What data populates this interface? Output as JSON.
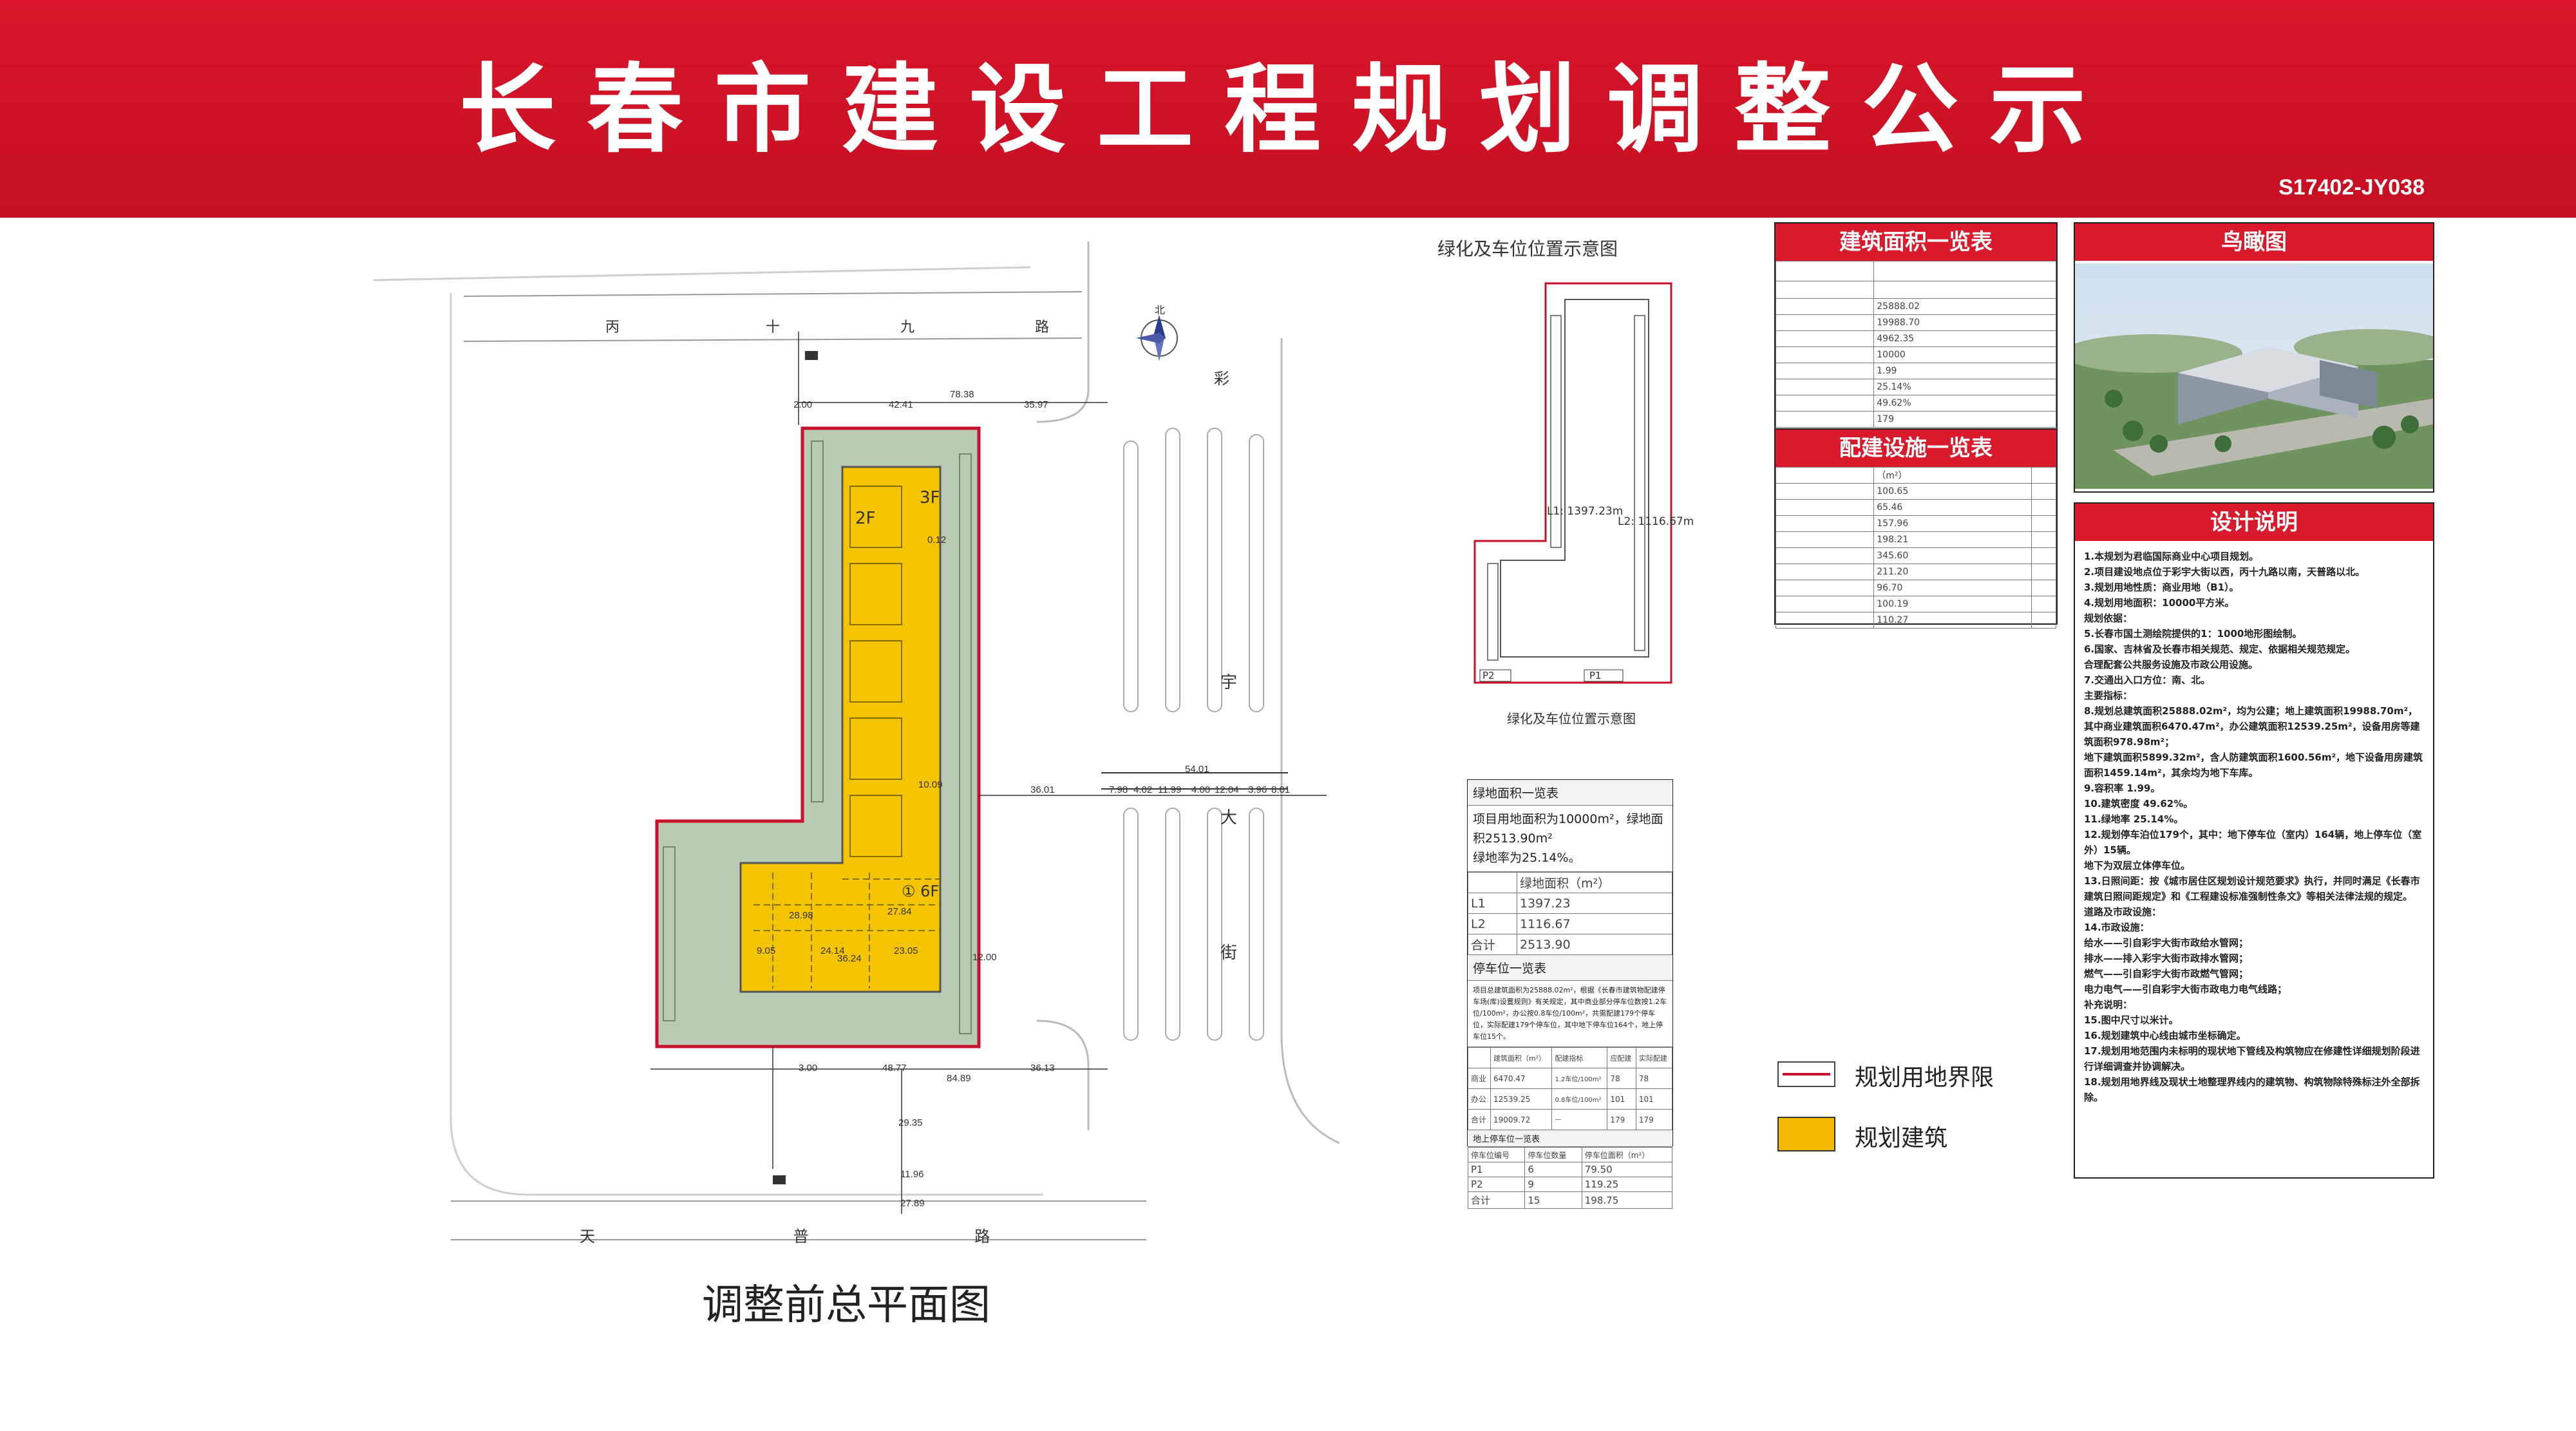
{
  "header": {
    "title": "长春市建设工程规划调整公示",
    "code": "S17402-JY038"
  },
  "site_plan": {
    "caption": "调整前总平面图",
    "north_label": "北",
    "roads": {
      "top": [
        "丙",
        "十",
        "九",
        "路"
      ],
      "bottom": [
        "天",
        "普",
        "路"
      ],
      "right_top": "彩",
      "right": [
        "宇",
        "大",
        "街"
      ]
    },
    "floor_labels": {
      "f3": "3F",
      "f2": "2F",
      "f6": "① 6F"
    },
    "dimensions": {
      "top_row_a": "2.00",
      "top_row_b": "42.41",
      "top_row_c": "78.38",
      "top_row_d": "35.97",
      "mid_row_a": "36.01",
      "mid_row_b": "54.01",
      "mid_row_c": "7.98",
      "mid_row_d": "4.02",
      "mid_row_e": "11.99",
      "mid_row_f": "4.00",
      "mid_row_g": "12.04",
      "mid_row_h": "3.96",
      "mid_row_i": "8.01",
      "inner_a": "28.98",
      "inner_b": "27.84",
      "inner_c": "9.05",
      "inner_d": "24.14",
      "inner_e": "36.24",
      "inner_f": "23.05",
      "inner_g": "10.09",
      "inner_h": "0.12",
      "inner_i": "12.00",
      "bottom_a": "3.00",
      "bottom_b": "48.77",
      "bottom_c": "84.89",
      "bottom_d": "36.13",
      "bottom_e": "29.35",
      "bottom_f": "27.89",
      "bottom_g": "11.96"
    }
  },
  "green_plan": {
    "title": "绿化及车位位置示意图",
    "subtitle": "绿化及车位位置示意图",
    "l1": "L1: 1397.23m",
    "l2": "L2: 1116.67m",
    "p2": "P2",
    "p1": "P1"
  },
  "mid_tables": {
    "green_title": "绿地面积一览表",
    "green_summary_1": "项目用地面积为10000m²，绿地面积2513.90m²",
    "green_summary_2": "绿地率为25.14%。",
    "green_header": [
      "",
      "绿地面积（m²）"
    ],
    "green_rows": [
      [
        "L1",
        "1397.23"
      ],
      [
        "L2",
        "1116.67"
      ],
      [
        "合计",
        "2513.90"
      ]
    ],
    "parking_title": "停车位一览表",
    "parking_text": "项目总建筑面积为25888.02m²，根据《长春市建筑物配建停车场(库)设置规则》有关规定，其中商业部分停车位数按1.2车位/100m²，办公按0.8车位/100m²，共需配建179个停车位，实际配建179个停车位，其中地下停车位164个，地上停车位15个。",
    "parking_header": [
      "",
      "建筑面积（m²）",
      "配建指标",
      "应配建",
      "实际配建"
    ],
    "parking_rows": [
      [
        "商业",
        "6470.47",
        "1.2车位/100m²",
        "78",
        "78"
      ],
      [
        "办公",
        "12539.25",
        "0.8车位/100m²",
        "101",
        "101"
      ],
      [
        "合计",
        "19009.72",
        "—",
        "179",
        "179"
      ]
    ],
    "parking2_title": "地上停车位一览表",
    "parking2_header": [
      "停车位编号",
      "停车位数量",
      "停车位面积（m²）"
    ],
    "parking2_rows": [
      [
        "P1",
        "6",
        "79.50"
      ],
      [
        "P2",
        "9",
        "119.25"
      ],
      [
        "合计",
        "15",
        "198.75"
      ]
    ]
  },
  "area_table": {
    "title": "建筑面积一览表",
    "values": [
      "25888.02",
      "19988.70",
      "4962.35",
      "10000",
      "1.99",
      "25.14%",
      "49.62%",
      "179"
    ]
  },
  "facility_table": {
    "title": "配建设施一览表",
    "unit": "（m²）",
    "values": [
      "100.65",
      "65.46",
      "157.96",
      "198.21",
      "345.60",
      "211.20",
      "96.70",
      "100.19",
      "110.27"
    ]
  },
  "aerial": {
    "title": "鸟瞰图"
  },
  "design_notes": {
    "title": "设计说明",
    "lines": [
      "1.本规划为君临国际商业中心项目规划。",
      "2.项目建设地点位于彩宇大街以西，丙十九路以南，天普路以北。",
      "3.规划用地性质：商业用地（B1）。",
      "4.规划用地面积：10000平方米。",
      "规划依据：",
      "5.长春市国土测绘院提供的1：1000地形图绘制。",
      "6.国家、吉林省及长春市相关规范、规定、依据相关规范规定。",
      "   合理配套公共服务设施及市政公用设施。",
      "7.交通出入口方位：南、北。",
      "主要指标：",
      "8.规划总建筑面积25888.02m²，均为公建；地上建筑面积19988.70m²，其中商业建筑面积6470.47m²，办公建筑面积12539.25m²，设备用房等建筑面积978.98m²；",
      "   地下建筑面积5899.32m²，含人防建筑面积1600.56m²，地下设备用房建筑面积1459.14m²，其余均为地下车库。",
      "9.容积率 1.99。",
      "10.建筑密度 49.62%。",
      "11.绿地率 25.14%。",
      "12.规划停车泊位179个，其中：地下停车位（室内）164辆，地上停车位（室外）15辆。",
      "   地下为双层立体停车位。",
      "13.日照间距：按《城市居住区规划设计规范要求》执行，并同时满足《长春市建筑日照间距规定》和《工程建设标准强制性条文》等相关法律法规的规定。",
      "道路及市政设施：",
      "14.市政设施：",
      "   给水——引自彩宇大街市政给水管网；",
      "   排水——排入彩宇大街市政排水管网；",
      "   燃气——引自彩宇大街市政燃气管网；",
      "   电力电气——引自彩宇大街市政电力电气线路；",
      "补充说明：",
      "15.图中尺寸以米计。",
      "16.规划建筑中心线由城市坐标确定。",
      "17.规划用地范围内未标明的现状地下管线及构筑物应在修建性详细规划阶段进行详细调查并协调解决。",
      "18.规划用地界线及现状土地整理界线内的建筑物、构筑物除特殊标注外全部拆除。"
    ]
  },
  "legend": {
    "boundary": "规划用地界限",
    "building": "规划建筑"
  },
  "colors": {
    "banner": "#d9162b",
    "building": "#f5c400",
    "boundary": "#c8102e",
    "green": "#b9cbb3"
  }
}
